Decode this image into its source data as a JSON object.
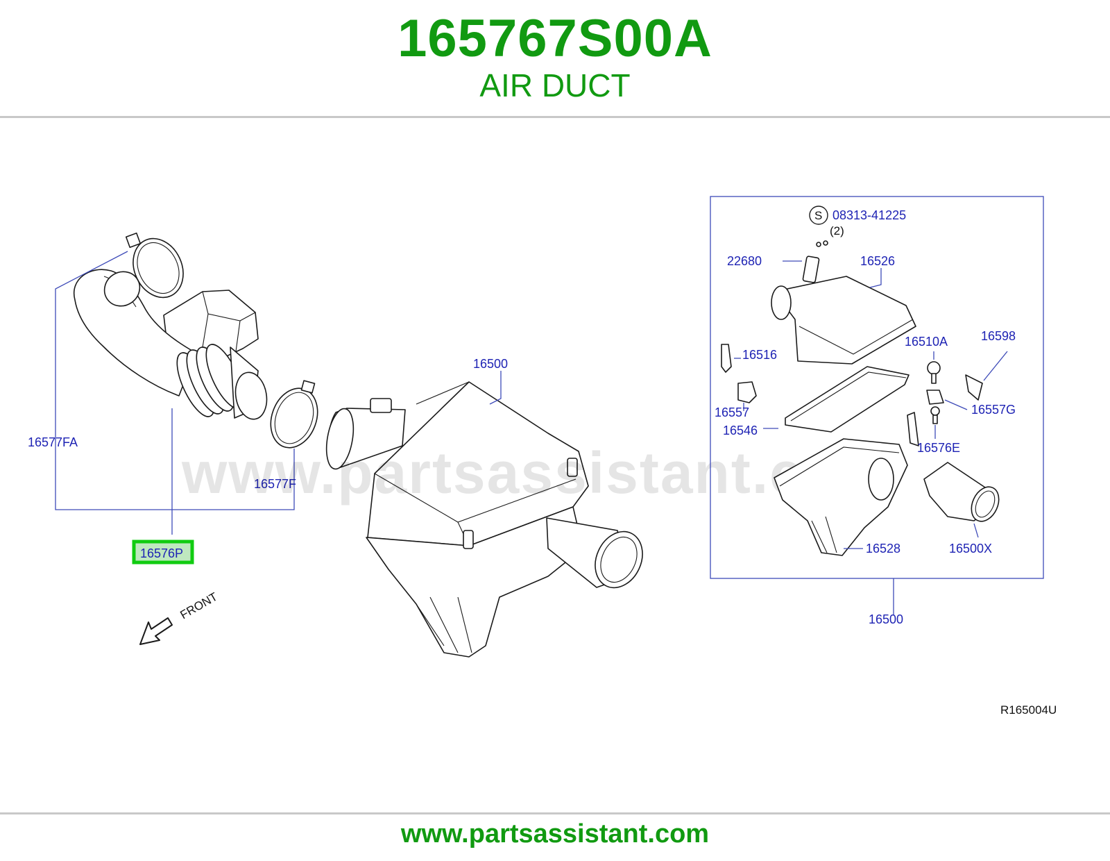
{
  "header": {
    "part_number": "165767S00A",
    "part_name": "AIR DUCT"
  },
  "watermark": "www.partsassistant.com",
  "footer": {
    "url": "www.partsassistant.com"
  },
  "diagram": {
    "reference_code": "R165004U",
    "front_label": "FRONT",
    "highlight_color": "#11cc11",
    "label_color": "#1e23b4",
    "labels": {
      "p16577FA": "16577FA",
      "p16577F": "16577F",
      "p16576P": "16576P",
      "p16500_main": "16500",
      "p16500_box": "16500",
      "s08313": "08313-41225",
      "s_symbol": "S",
      "s_qty": "(2)",
      "p22680": "22680",
      "p16526": "16526",
      "p16516": "16516",
      "p16510A": "16510A",
      "p16598": "16598",
      "p16557": "16557",
      "p16557G": "16557G",
      "p16546": "16546",
      "p16576E": "16576E",
      "p16528": "16528",
      "p16500X": "16500X"
    }
  }
}
